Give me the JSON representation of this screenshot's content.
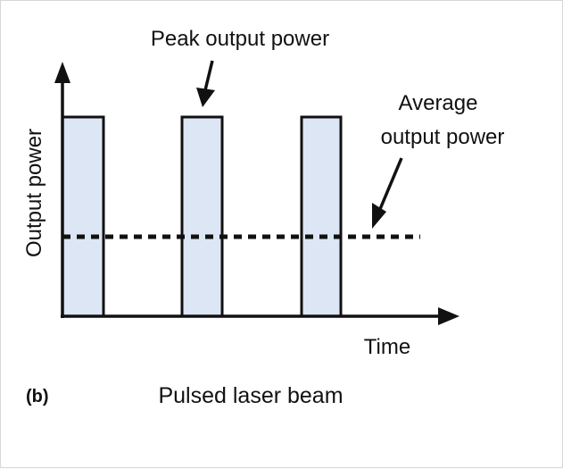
{
  "figure": {
    "panel_label": "(b)",
    "caption": "Pulsed laser beam",
    "y_axis_label": "Output power",
    "x_axis_label": "Time",
    "peak_annotation": "Peak output power",
    "average_annotation_line1": "Average",
    "average_annotation_line2": "output power"
  },
  "colors": {
    "pulse_fill": "#dde6f5",
    "stroke": "#111111"
  },
  "diagram_data": {
    "pulse_count": 3,
    "average_level_fraction_of_peak": 0.4
  }
}
